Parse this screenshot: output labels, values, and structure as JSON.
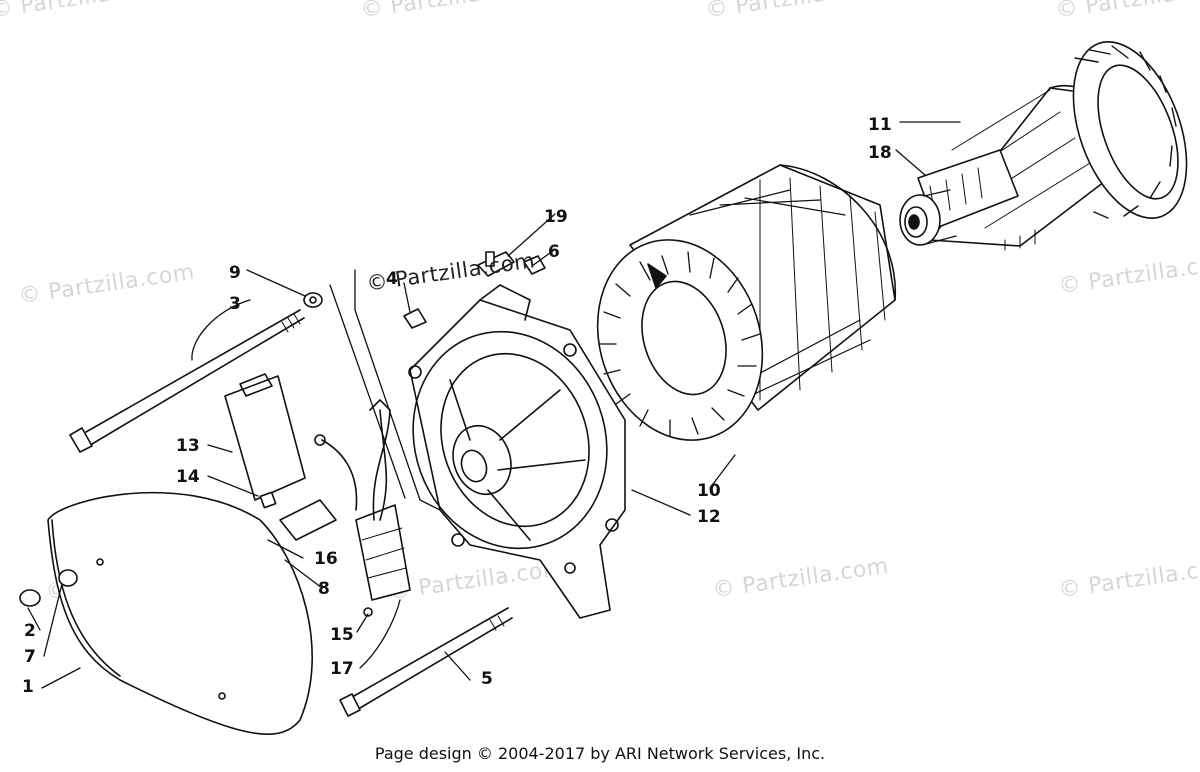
{
  "watermark": {
    "text": "© Partzilla.com"
  },
  "callouts": [
    {
      "id": "1",
      "label": "1"
    },
    {
      "id": "2",
      "label": "2"
    },
    {
      "id": "3",
      "label": "3"
    },
    {
      "id": "4",
      "label": "4"
    },
    {
      "id": "5",
      "label": "5"
    },
    {
      "id": "6",
      "label": "6"
    },
    {
      "id": "7",
      "label": "7"
    },
    {
      "id": "8",
      "label": "8"
    },
    {
      "id": "9",
      "label": "9"
    },
    {
      "id": "10",
      "label": "10"
    },
    {
      "id": "11",
      "label": "11"
    },
    {
      "id": "12",
      "label": "12"
    },
    {
      "id": "13",
      "label": "13"
    },
    {
      "id": "14",
      "label": "14"
    },
    {
      "id": "15",
      "label": "15"
    },
    {
      "id": "16",
      "label": "16"
    },
    {
      "id": "17",
      "label": "17"
    },
    {
      "id": "18",
      "label": "18"
    },
    {
      "id": "19",
      "label": "19"
    }
  ],
  "footer": {
    "text": "Page design © 2004-2017 by ARI Network Services, Inc."
  }
}
